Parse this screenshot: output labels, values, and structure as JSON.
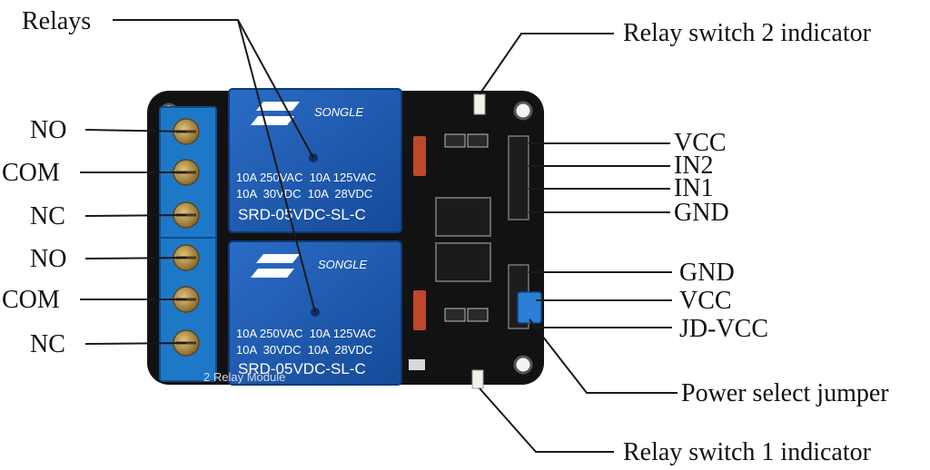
{
  "labels": {
    "relays": "Relays",
    "relay_switch_2_indicator": "Relay switch 2 indicator",
    "relay_switch_1_indicator": "Relay switch 1 indicator",
    "power_select_jumper": "Power select jumper",
    "left_terminals": [
      "NO",
      "COM",
      "NC",
      "NO",
      "COM",
      "NC"
    ],
    "right_header_top": [
      "VCC",
      "IN2",
      "IN1",
      "GND"
    ],
    "right_header_bottom": [
      "GND",
      "VCC",
      "JD-VCC"
    ]
  },
  "relay": {
    "brand": "SONGLE",
    "rating_line1": "10A 250VAC  10A 125VAC",
    "rating_line2": "10A  30VDC  10A  28VDC",
    "model": "SRD-05VDC-SL-C"
  },
  "board": {
    "silk_text": "2 Relay Module"
  },
  "colors": {
    "pcb": "#111111",
    "relay_blue": "#1f5fb8",
    "terminal_blue": "#1e78c8",
    "brass": "#b08a3e",
    "leader": "#1a1a1a"
  }
}
